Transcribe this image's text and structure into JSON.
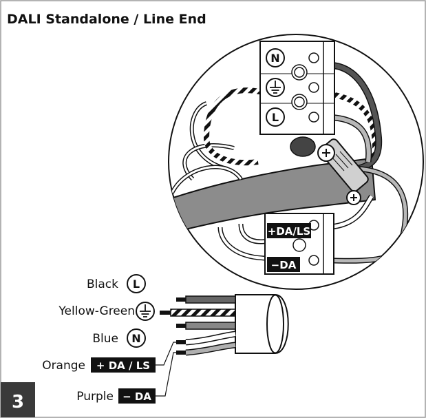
{
  "title": "DALI Standalone / Line End",
  "step_number": "3",
  "terminals": {
    "neutral": "N",
    "line": "L",
    "dali_plus": "+DA/LS",
    "dali_minus": "−DA"
  },
  "legend": {
    "black": {
      "label": "Black",
      "symbol": "L"
    },
    "yellow_green": {
      "label": "Yellow-Green",
      "symbol_icon": "ground-icon"
    },
    "blue": {
      "label": "Blue",
      "symbol": "N"
    },
    "orange": {
      "label": "Orange",
      "badge": "+ DA / LS"
    },
    "purple": {
      "label": "Purple",
      "badge": "− DA"
    }
  },
  "colors": {
    "step_badge": "#3a3a3a",
    "label_badge": "#111111",
    "cable_gray": "#8c8c8c",
    "wire_dark": "#555555",
    "wire_light": "#b8b8b8"
  }
}
